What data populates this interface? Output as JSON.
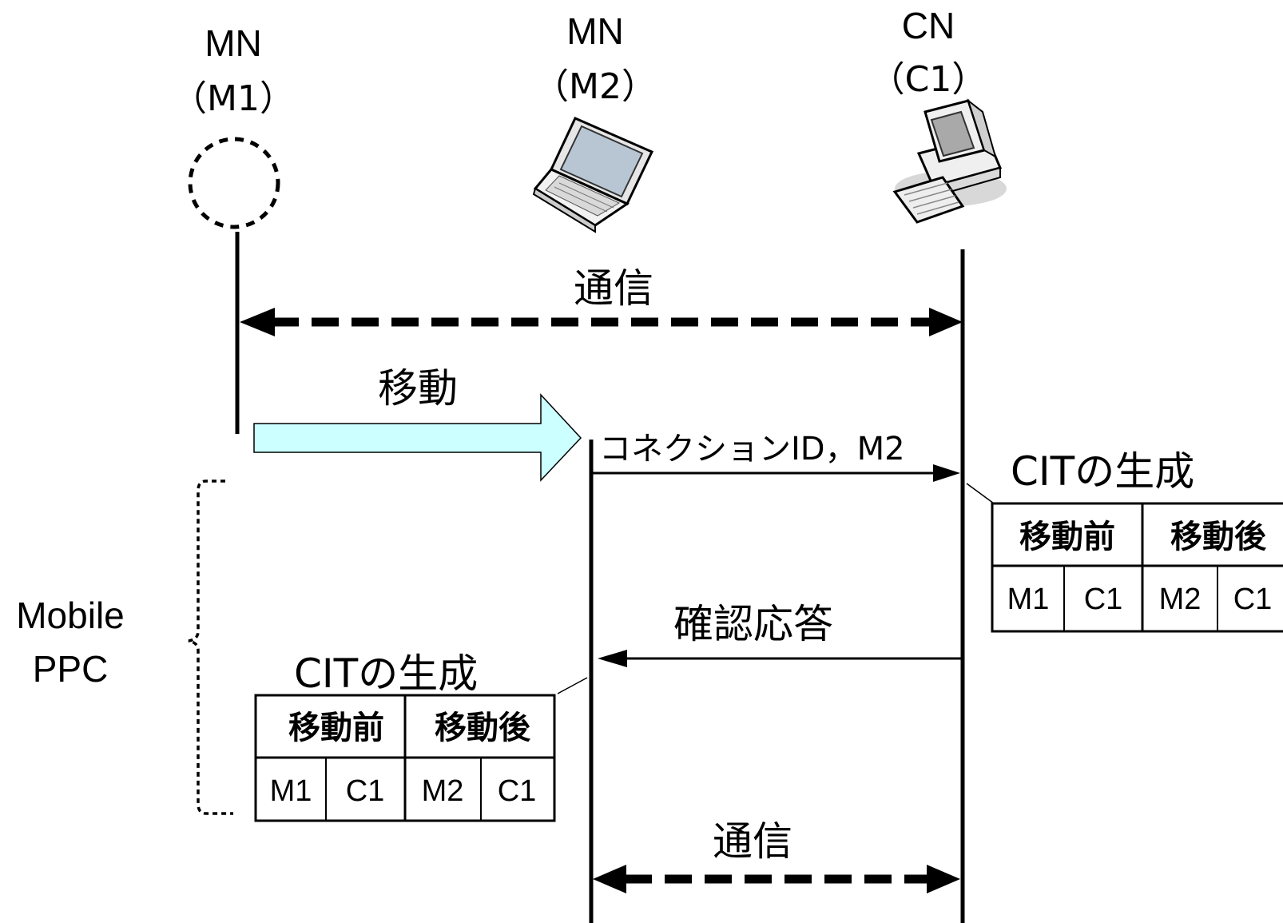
{
  "nodes": {
    "m1": {
      "type": "MN",
      "id": "（M1）",
      "icon": "dashed-circle"
    },
    "m2": {
      "type": "MN",
      "id": "（M2）",
      "icon": "laptop-icon"
    },
    "c1": {
      "type": "CN",
      "id": "（C1）",
      "icon": "desktop-computer-icon"
    }
  },
  "messages": {
    "comm_top": "通信",
    "move": "移動",
    "connection_id": "コネクションID，M2",
    "ack": "確認応答",
    "comm_bottom": "通信"
  },
  "bracket_label": [
    "Mobile",
    "PPC"
  ],
  "cit_right": {
    "title": "CITの生成",
    "headers": [
      "移動前",
      "移動後"
    ],
    "cells": [
      "M1",
      "C1",
      "M2",
      "C1"
    ]
  },
  "cit_left": {
    "title": "CITの生成",
    "headers": [
      "移動前",
      "移動後"
    ],
    "cells": [
      "M1",
      "C1",
      "M2",
      "C1"
    ]
  },
  "colors": {
    "move_arrow_fill": "#ccffff",
    "line": "#000000"
  }
}
